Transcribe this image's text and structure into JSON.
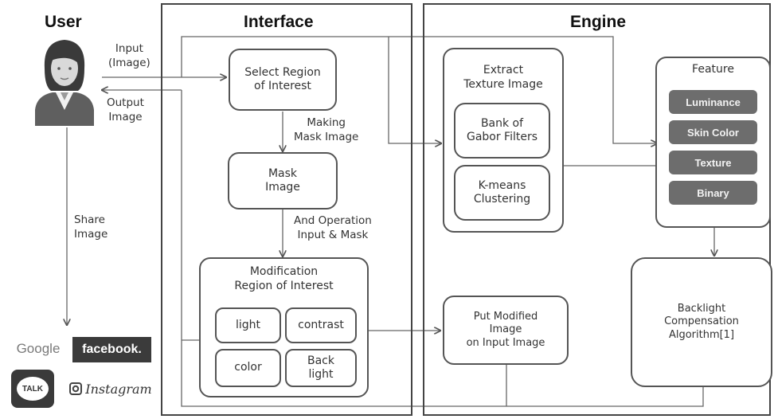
{
  "sections": {
    "user": "User",
    "interface": "Interface",
    "engine": "Engine"
  },
  "user_flow": {
    "input_label": "Input\n(Image)",
    "output_label": "Output\nImage",
    "share_label": "Share\nImage"
  },
  "interface": {
    "select_roi": "Select Region\nof Interest",
    "making_mask": "Making\nMask Image",
    "mask_image": "Mask\nImage",
    "and_operation": "And Operation\nInput & Mask",
    "modification_title": "Modification\nRegion of Interest",
    "modifications": [
      "light",
      "contrast",
      "color",
      "Back\nlight"
    ]
  },
  "engine": {
    "extract_title": "Extract\nTexture Image",
    "gabor": "Bank of\nGabor Filters",
    "kmeans": "K-means\nClustering",
    "feature_title": "Feature",
    "features": [
      "Luminance",
      "Skin Color",
      "Texture",
      "Binary"
    ],
    "put_modified": "Put Modified\nImage\non Input Image",
    "backlight": "Backlight\nCompensation\nAlgorithm[1]"
  },
  "share_targets": {
    "google": "Google",
    "facebook": "facebook.",
    "kakao": "TALK",
    "instagram": "Instagram"
  },
  "colors": {
    "line": "#555555",
    "feature_fill": "#6d6d6d",
    "facebook": "#3b3b3b",
    "google": "#7a7a7a"
  }
}
